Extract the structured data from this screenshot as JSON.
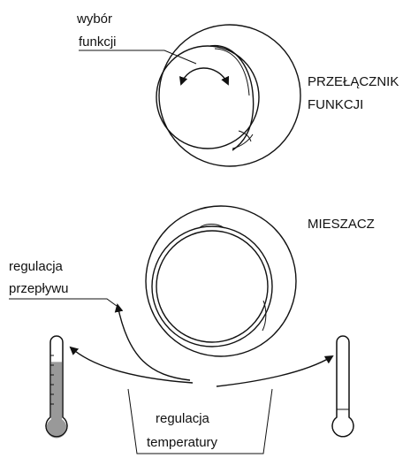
{
  "labels": {
    "function_select": [
      "wybór",
      "funkcji"
    ],
    "function_switch": [
      "PRZEŁĄCZNIK",
      "FUNKCJI"
    ],
    "mixer": "MIESZACZ",
    "flow_regulation": [
      "regulacja",
      "przepływu"
    ],
    "temperature_regulation": [
      "regulacja",
      "temperatury"
    ]
  },
  "thermometers": [
    {
      "name": "hot",
      "level": 0.78,
      "fill_color": "#999999"
    },
    {
      "name": "cold",
      "level": 0.12,
      "fill_color": "#ffffff"
    }
  ]
}
